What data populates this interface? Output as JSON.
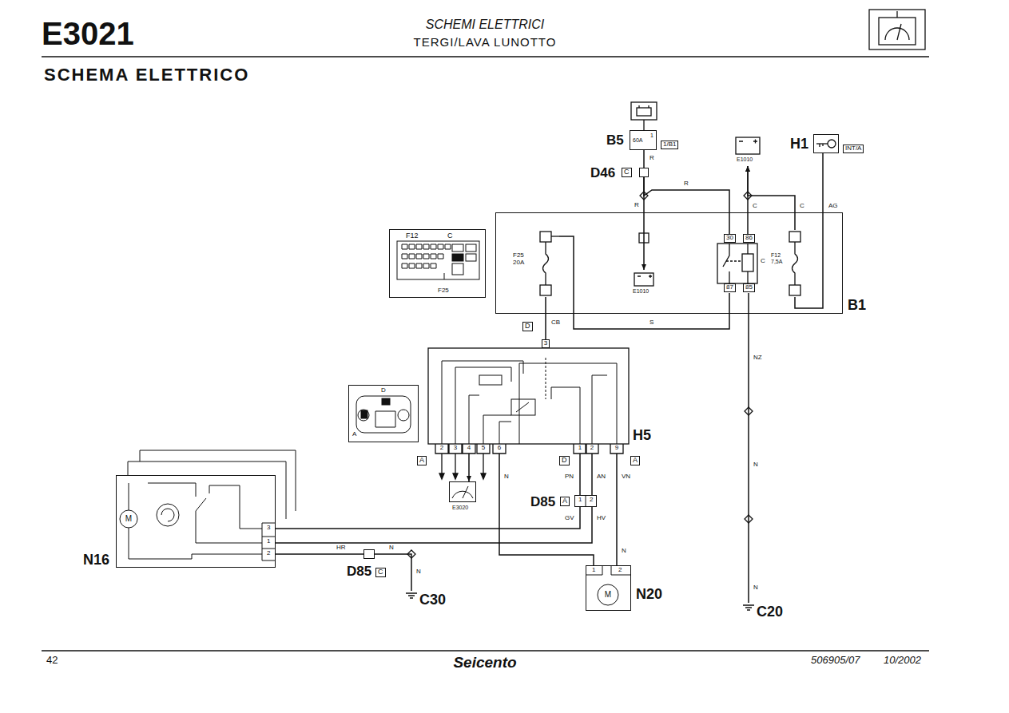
{
  "diagram": {
    "title": "E3021",
    "nodes": [
      {
        "text": [
          "B5",
          "60A",
          "1",
          "1/B1"
        ]
      },
      {
        "text": [
          "D46",
          "C"
        ]
      },
      {
        "text": [
          "B1"
        ]
      },
      {
        "text": [
          "F25 20A"
        ],
        "in": 2
      },
      {
        "text": [
          "E1010"
        ],
        "in": 2
      },
      {
        "text": [
          "30",
          "86",
          "87",
          "85",
          "C"
        ],
        "in": 2
      },
      {
        "text": [
          "F12 7,5A"
        ],
        "in": 2
      },
      {
        "text": [
          "E1010"
        ]
      },
      {
        "text": [
          "H1",
          "INT/A"
        ]
      },
      {
        "text": [
          "F12",
          "C",
          "F25"
        ]
      },
      {
        "text": [
          "H5"
        ]
      },
      {
        "text": [
          "D",
          "A"
        ]
      },
      {
        "text": [
          "E3020"
        ]
      },
      {
        "text": [
          "N16"
        ]
      },
      {
        "text": [
          "D85",
          "A",
          "1",
          "2"
        ]
      },
      {
        "text": [
          "D85",
          "C"
        ]
      },
      {
        "text": [
          "N20",
          "1",
          "2"
        ]
      },
      {
        "text": [
          "C30"
        ]
      },
      {
        "text": [
          "C20"
        ]
      }
    ],
    "edges": [
      {
        "from": 0,
        "to": 1,
        "label": "R",
        "arrow": "none"
      },
      {
        "from": 1,
        "to": 5,
        "label": "R",
        "arrow": "none"
      },
      {
        "from": 1,
        "to": 4,
        "label": "R",
        "arrow": "to"
      },
      {
        "from": 5,
        "to": 7,
        "label": "C",
        "arrow": "to"
      },
      {
        "from": 6,
        "to": 7,
        "label": "C",
        "arrow": "to"
      },
      {
        "from": 8,
        "to": 6,
        "label": "AG",
        "arrow": "none"
      },
      {
        "from": 5,
        "to": 3,
        "label": "S",
        "arrow": "none"
      },
      {
        "from": 3,
        "to": 10,
        "label": "CB",
        "arrow": "none"
      },
      {
        "from": 10,
        "to": 12,
        "arrow": "to"
      },
      {
        "from": 10,
        "to": 14,
        "label": "PN",
        "arrow": "none"
      },
      {
        "from": 10,
        "to": 14,
        "label": "AN",
        "arrow": "none"
      },
      {
        "from": 14,
        "to": 13,
        "label": "GV",
        "arrow": "none"
      },
      {
        "from": 14,
        "to": 13,
        "label": "HV",
        "arrow": "none"
      },
      {
        "from": 10,
        "to": 16,
        "label": "N",
        "arrow": "none"
      },
      {
        "from": 10,
        "to": 16,
        "label": "VN",
        "arrow": "none"
      },
      {
        "from": 13,
        "to": 15,
        "label": "HR",
        "arrow": "none"
      },
      {
        "from": 15,
        "to": 17,
        "label": "N",
        "arrow": "none"
      },
      {
        "from": 5,
        "to": 18,
        "label": "NZ",
        "arrow": "none"
      }
    ],
    "labels": [
      "SCHEMI ELETTRICI",
      "TERGI/LAVA LUNOTTO",
      "SCHEMA ELETTRICO",
      "D",
      "3",
      "2",
      "3",
      "4",
      "5",
      "6",
      "1",
      "2",
      "9",
      "A",
      "D",
      "A",
      "3",
      "1",
      "2",
      "N",
      "N",
      "N",
      "N",
      "M",
      "M",
      "42",
      "Seicento",
      "506905/07",
      "10/2002"
    ]
  }
}
